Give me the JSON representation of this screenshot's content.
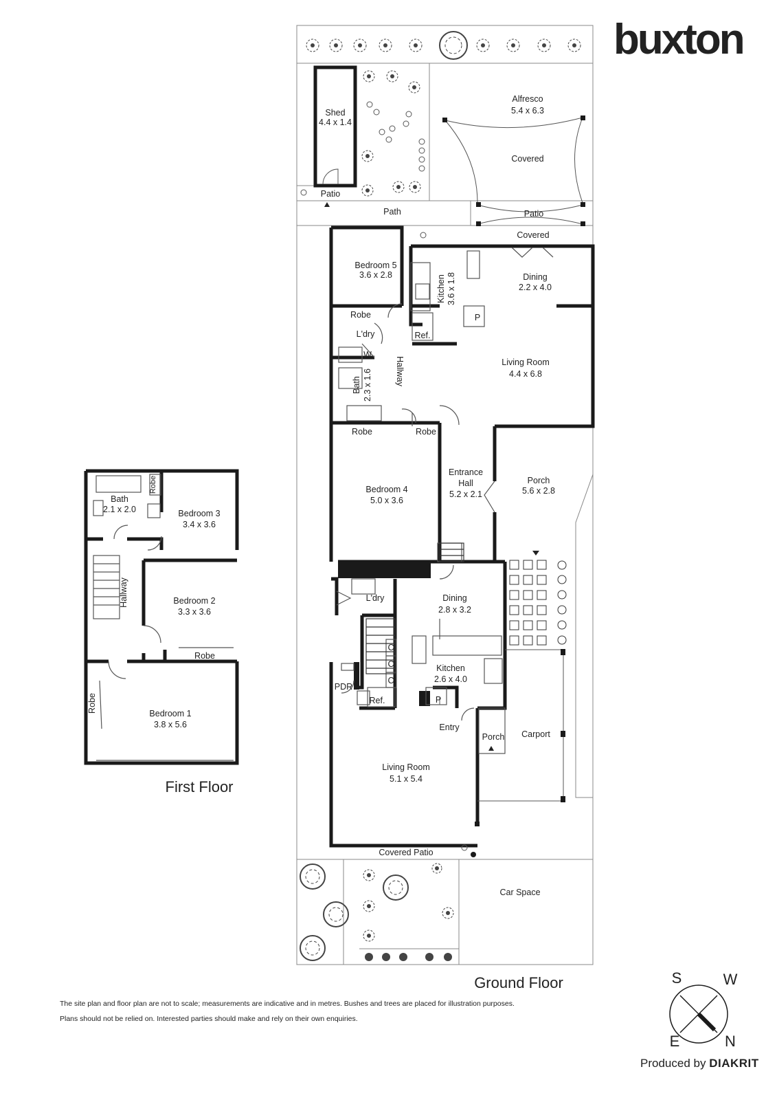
{
  "brand": {
    "name": "buxton"
  },
  "floors": {
    "first": "First Floor",
    "ground": "Ground Floor"
  },
  "rooms": {
    "shed": {
      "name": "Shed",
      "dim": "4.4 x 1.4"
    },
    "patio_shed": {
      "name": "Patio"
    },
    "alfresco": {
      "name": "Alfresco",
      "dim": "5.4 x 6.3"
    },
    "covered_alfresco": {
      "name": "Covered"
    },
    "path": {
      "name": "Path"
    },
    "patio": {
      "name": "Patio"
    },
    "covered_top": {
      "name": "Covered"
    },
    "bedroom5": {
      "name": "Bedroom 5",
      "dim": "3.6 x 2.8"
    },
    "kitchen_top": {
      "name": "Kitchen",
      "dim": "3.6 x 1.8"
    },
    "dining_top": {
      "name": "Dining",
      "dim": "2.2 x 4.0"
    },
    "robe_b5": {
      "name": "Robe"
    },
    "p_top": {
      "name": "P"
    },
    "ldry_top": {
      "name": "L'dry"
    },
    "ref_top": {
      "name": "Ref."
    },
    "w_top": {
      "name": "W"
    },
    "hallway_top": {
      "name": "Hallway"
    },
    "bath_top": {
      "name": "Bath",
      "dim": "2.3 x 1.6"
    },
    "living_top": {
      "name": "Living Room",
      "dim": "4.4 x 6.8"
    },
    "robe_b4": {
      "name": "Robe"
    },
    "robe_hall": {
      "name": "Robe"
    },
    "bedroom4": {
      "name": "Bedroom 4",
      "dim": "5.0 x 3.6"
    },
    "entrance": {
      "name": "Entrance",
      "name2": "Hall",
      "dim": "5.2 x 2.1"
    },
    "porch_top": {
      "name": "Porch",
      "dim": "5.6 x 2.8"
    },
    "ldry_bottom": {
      "name": "L'dry"
    },
    "dining_bottom": {
      "name": "Dining",
      "dim": "2.8 x 3.2"
    },
    "c1": {
      "name": "C"
    },
    "c2": {
      "name": "C"
    },
    "c3": {
      "name": "C"
    },
    "kitchen_bottom": {
      "name": "Kitchen",
      "dim": "2.6 x 4.0"
    },
    "pdr": {
      "name": "PDR"
    },
    "ref_bottom": {
      "name": "Ref."
    },
    "p_bottom": {
      "name": "P"
    },
    "entry": {
      "name": "Entry"
    },
    "porch_bottom": {
      "name": "Porch"
    },
    "carport": {
      "name": "Carport"
    },
    "living_bottom": {
      "name": "Living Room",
      "dim": "5.1 x 5.4"
    },
    "covered_patio": {
      "name": "Covered Patio"
    },
    "car_space": {
      "name": "Car Space"
    },
    "bath_ff": {
      "name": "Bath",
      "dim": "2.1 x 2.0"
    },
    "robe_ff_small": {
      "name": "Robe"
    },
    "bedroom3": {
      "name": "Bedroom 3",
      "dim": "3.4 x 3.6"
    },
    "hallway_ff": {
      "name": "Hallway"
    },
    "bedroom2": {
      "name": "Bedroom 2",
      "dim": "3.3 x 3.6"
    },
    "robe_b2": {
      "name": "Robe"
    },
    "robe_b1": {
      "name": "Robe"
    },
    "bedroom1": {
      "name": "Bedroom 1",
      "dim": "3.8 x 5.6"
    }
  },
  "compass": {
    "s": "S",
    "w": "W",
    "e": "E",
    "n": "N"
  },
  "disclaimer": {
    "line1": "The site plan and floor plan are not to scale; measurements are indicative and in metres. Bushes and trees are placed for illustration purposes.",
    "line2": "Plans should not be relied on. Interested parties should make and rely on their own enquiries."
  },
  "producer": {
    "prefix": "Produced by",
    "name": "DIAKRIT"
  },
  "colors": {
    "wall": "#1a1a1a",
    "line": "#777777",
    "thin": "#555555"
  }
}
